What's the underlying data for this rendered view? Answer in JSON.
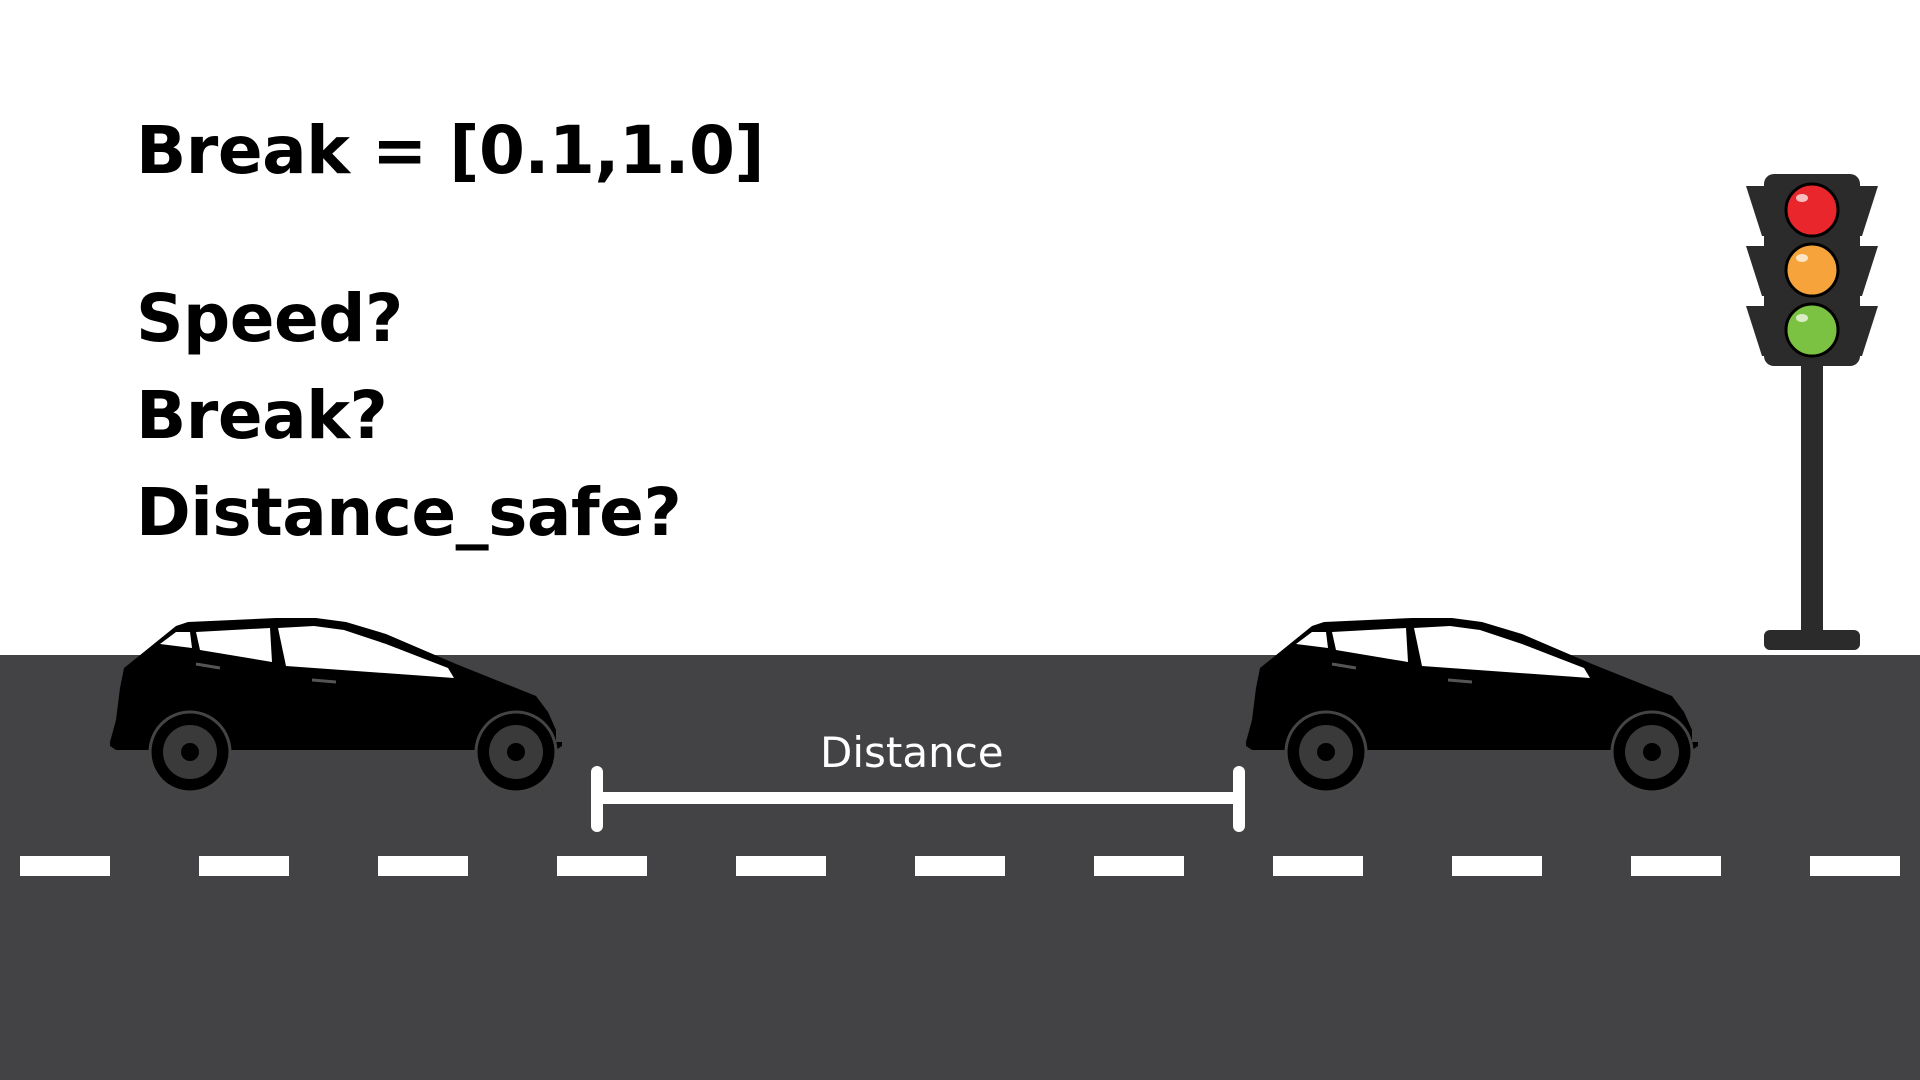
{
  "formula": "Break = [0.1,1.0]",
  "questions": [
    "Speed?",
    "Break?",
    "Distance_safe?"
  ],
  "distance_label": "Distance",
  "colors": {
    "road": "#434345",
    "lane_marking": "#ffffff",
    "car": "#000000",
    "light_red": "#e8262b",
    "light_amber": "#f5a33a",
    "light_green": "#7cc242",
    "pole": "#2b2b2b"
  },
  "icons": [
    "car-icon",
    "traffic-light-icon"
  ]
}
